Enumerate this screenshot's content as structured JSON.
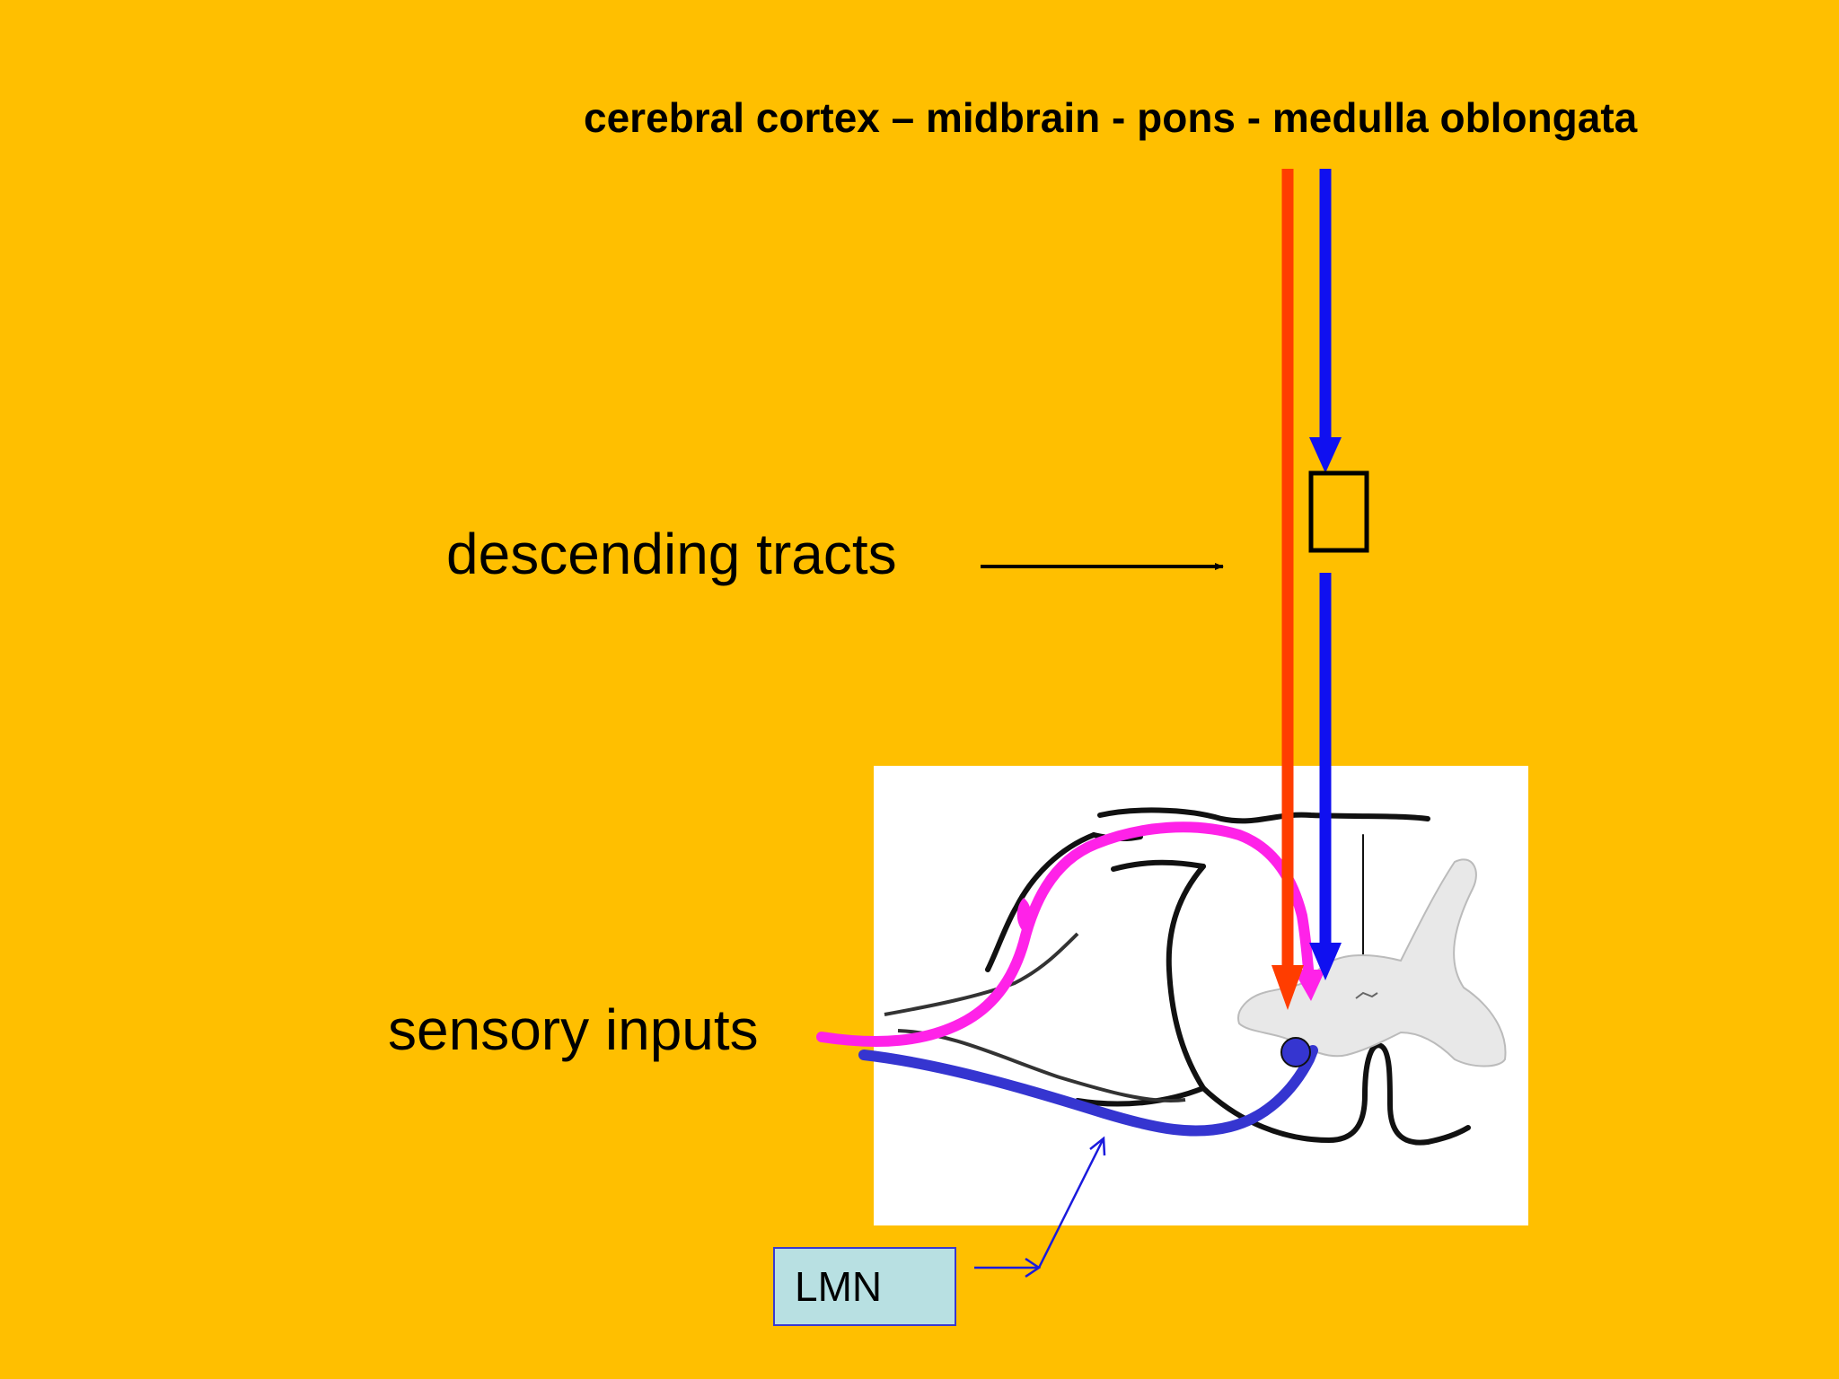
{
  "title": "cerebral cortex – midbrain - pons - medulla oblongata",
  "labels": {
    "descending_tracts": "descending tracts",
    "sensory_inputs": "sensory inputs",
    "lmn": "LMN"
  },
  "colors": {
    "background": "#FFBF00",
    "red_tract": "#FF3D00",
    "blue_tract": "#1010F0",
    "sensory_fiber": "#FF22E8",
    "motor_fiber": "#3535D0"
  }
}
